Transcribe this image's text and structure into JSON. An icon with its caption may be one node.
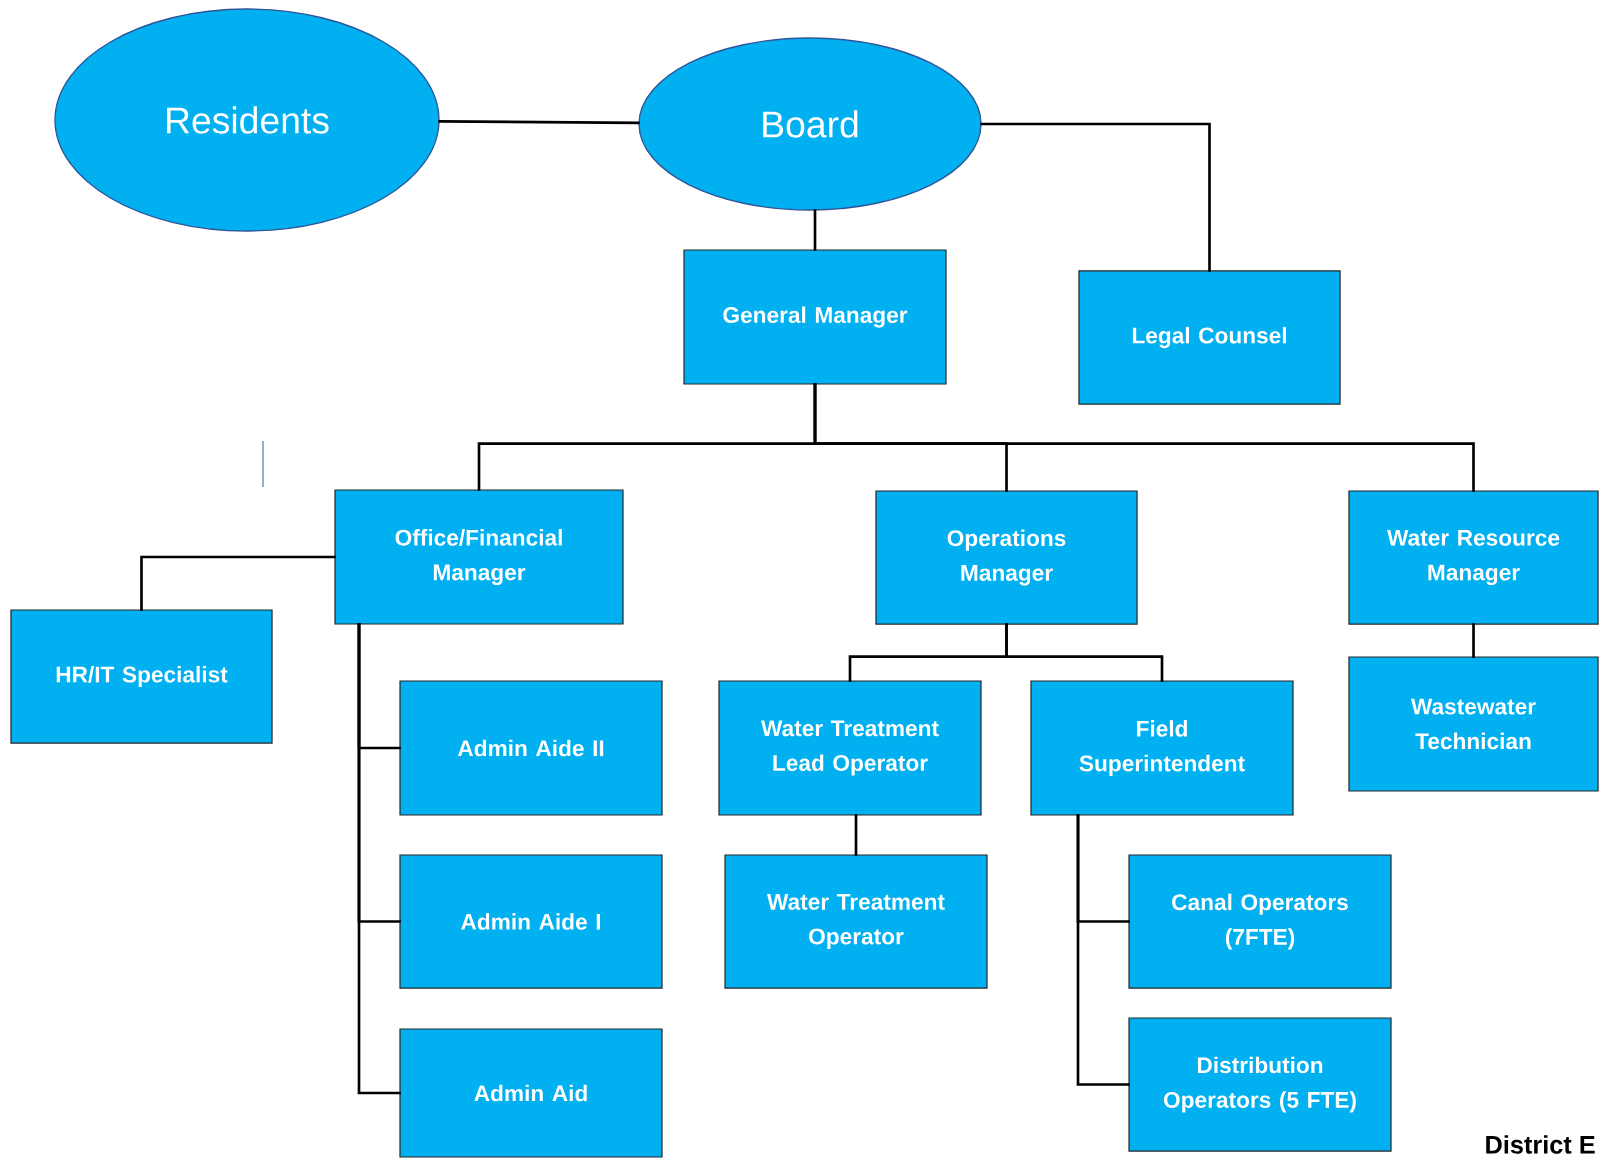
{
  "diagram": {
    "nodes": [
      {
        "text": [
          "Residents"
        ]
      },
      {
        "text": [
          "Board"
        ]
      },
      {
        "text": [
          "General Manager"
        ]
      },
      {
        "text": [
          "Legal Counsel"
        ]
      },
      {
        "text": [
          "Office/Financial Manager"
        ]
      },
      {
        "text": [
          "Operations Manager"
        ]
      },
      {
        "text": [
          "Water Resource Manager"
        ]
      },
      {
        "text": [
          "HR/IT Specialist"
        ]
      },
      {
        "text": [
          "Admin Aide II"
        ]
      },
      {
        "text": [
          "Water Treatment Lead Operator"
        ]
      },
      {
        "text": [
          "Field Superintendent"
        ]
      },
      {
        "text": [
          "Wastewater Technician"
        ]
      },
      {
        "text": [
          "Admin Aide I"
        ]
      },
      {
        "text": [
          "Water Treatment Operator"
        ]
      },
      {
        "text": [
          "Canal Operators (7FTE)"
        ]
      },
      {
        "text": [
          "Admin Aid"
        ]
      },
      {
        "text": [
          "Distribution Operators (5 FTE)"
        ]
      }
    ],
    "edges": [
      {
        "from": 0,
        "to": 1,
        "arrow": "none"
      },
      {
        "from": 1,
        "to": 3,
        "arrow": "none"
      },
      {
        "from": 1,
        "to": 2,
        "arrow": "none"
      },
      {
        "from": 2,
        "to": 4,
        "arrow": "none"
      },
      {
        "from": 2,
        "to": 5,
        "arrow": "none"
      },
      {
        "from": 2,
        "to": 6,
        "arrow": "none"
      },
      {
        "from": 4,
        "to": 7,
        "arrow": "none"
      },
      {
        "from": 4,
        "to": 8,
        "arrow": "none"
      },
      {
        "from": 4,
        "to": 12,
        "arrow": "none"
      },
      {
        "from": 4,
        "to": 15,
        "arrow": "none"
      },
      {
        "from": 5,
        "to": 9,
        "arrow": "none"
      },
      {
        "from": 5,
        "to": 10,
        "arrow": "none"
      },
      {
        "from": 9,
        "to": 13,
        "arrow": "none"
      },
      {
        "from": 10,
        "to": 14,
        "arrow": "none"
      },
      {
        "from": 10,
        "to": 16,
        "arrow": "none"
      },
      {
        "from": 6,
        "to": 11,
        "arrow": "none"
      }
    ],
    "labels": [
      "District E"
    ]
  }
}
